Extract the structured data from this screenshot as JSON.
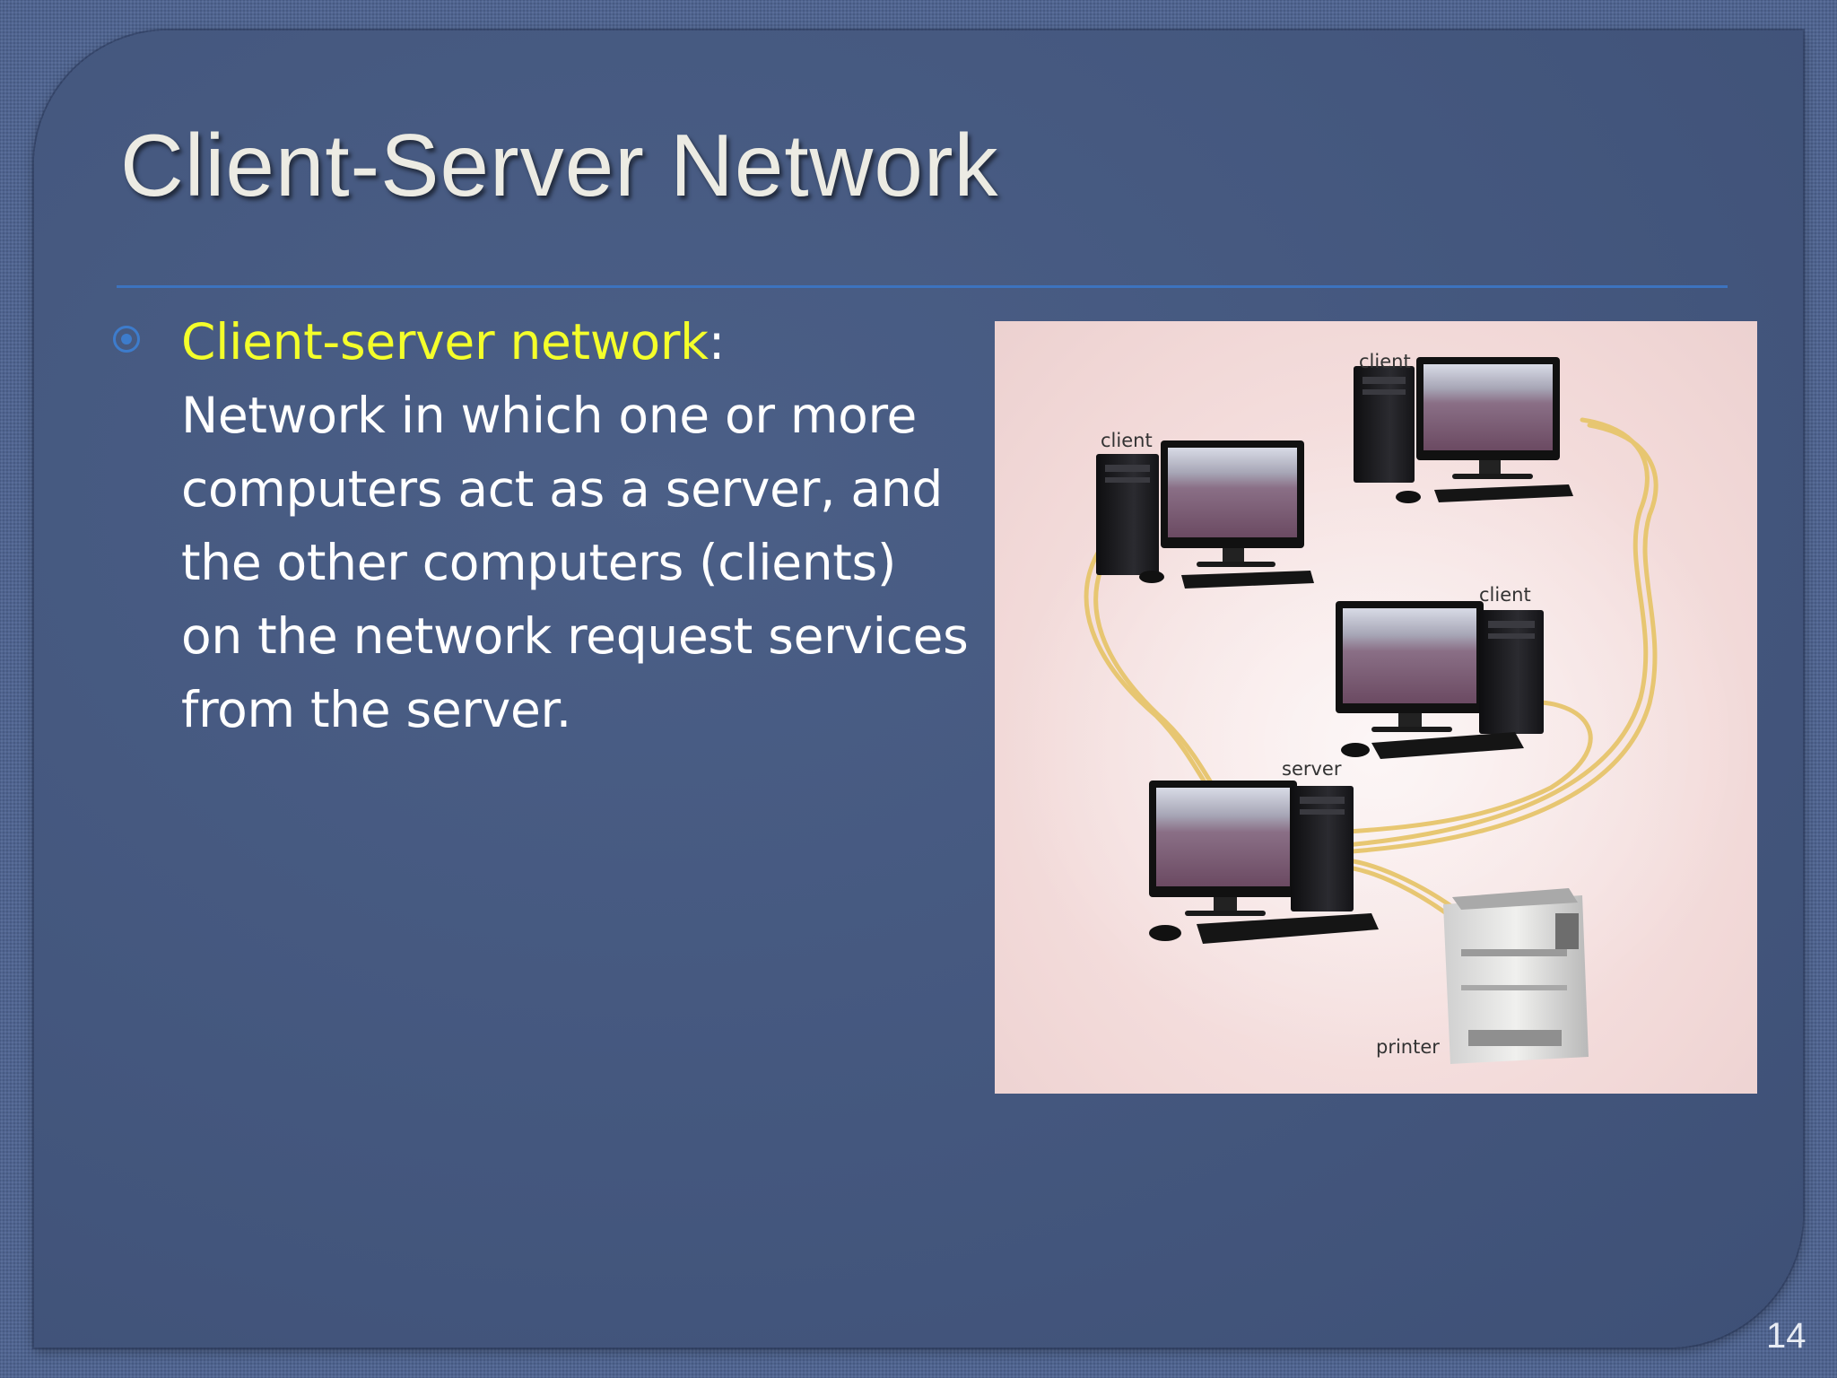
{
  "slide": {
    "title": "Client-Server Network",
    "bullet": {
      "term": "Client-server network",
      "separator": ":",
      "definition": "Network in which one or more computers act as a server, and the other computers (clients) on the network request services from the server."
    },
    "figure": {
      "labels": {
        "client_top_right": "client",
        "client_top_left": "client",
        "client_middle": "client",
        "server": "server",
        "printer": "printer"
      }
    },
    "page_number": "14"
  },
  "colors": {
    "background": "#4f6490",
    "slide_panel": "#44577e",
    "title_text": "#ecebe3",
    "term_highlight": "#f4ff2a",
    "body_text": "#ffffff",
    "rule_and_bullet": "#3c73bf",
    "figure_background": "#f2d9d8",
    "cable": "#e7c56c"
  }
}
